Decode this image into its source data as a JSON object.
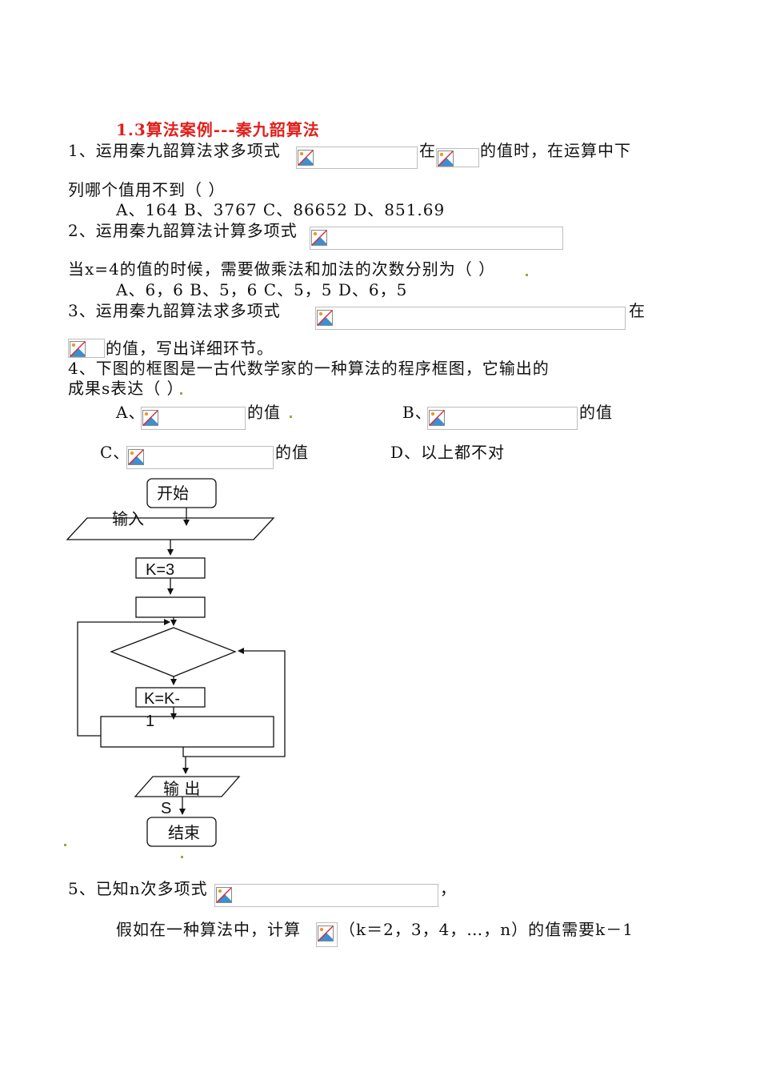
{
  "title": "1.3算法案例---秦九韶算法",
  "q1": {
    "line1_a": "1、运用秦九韶算法求多项式",
    "line1_b": "在",
    "line1_c": "的值时，在运算中下",
    "line2": "列哪个值用不到（      ）",
    "choices": "A、164     B、3767     C、86652         D、851.69"
  },
  "q2": {
    "line1": "2、运用秦九韶算法计算多项式",
    "line2": "当x=4的值的时候，需要做乘法和加法的次数分别为（           ）",
    "choices": "A、6，6    B、5，6    C、5，5    D、6，5"
  },
  "q3": {
    "line1_a": "3、运用秦九韶算法求多项式",
    "line1_b": "在",
    "line2": "的值，写出详细环节。"
  },
  "q4": {
    "line1": "4、下图的框图是一古代数学家的一种算法的程序框图，它输出的",
    "line2": "成果s表达（       ）",
    "optA_label": "A、",
    "optA_suffix": "的值",
    "optB_label": "B、",
    "optB_suffix": "的值",
    "optC_label": "C、",
    "optC_suffix": "的值",
    "optD": "D、以上都不对"
  },
  "flowchart": {
    "start": "开始",
    "input": "输入",
    "k_init": "K=3",
    "k_dec_1": "K=K-",
    "k_dec_2": "1",
    "output_1": "输  出",
    "output_2": "S",
    "end": "结束"
  },
  "q5": {
    "line1_a": "5、已知n次多项式",
    "line1_b": "，",
    "line2_a": "假如在一种算法中，计算",
    "line2_b": "（k＝2，3，4，…，n）的值需要k－1"
  },
  "icon_names": [
    "broken-image-icon"
  ]
}
